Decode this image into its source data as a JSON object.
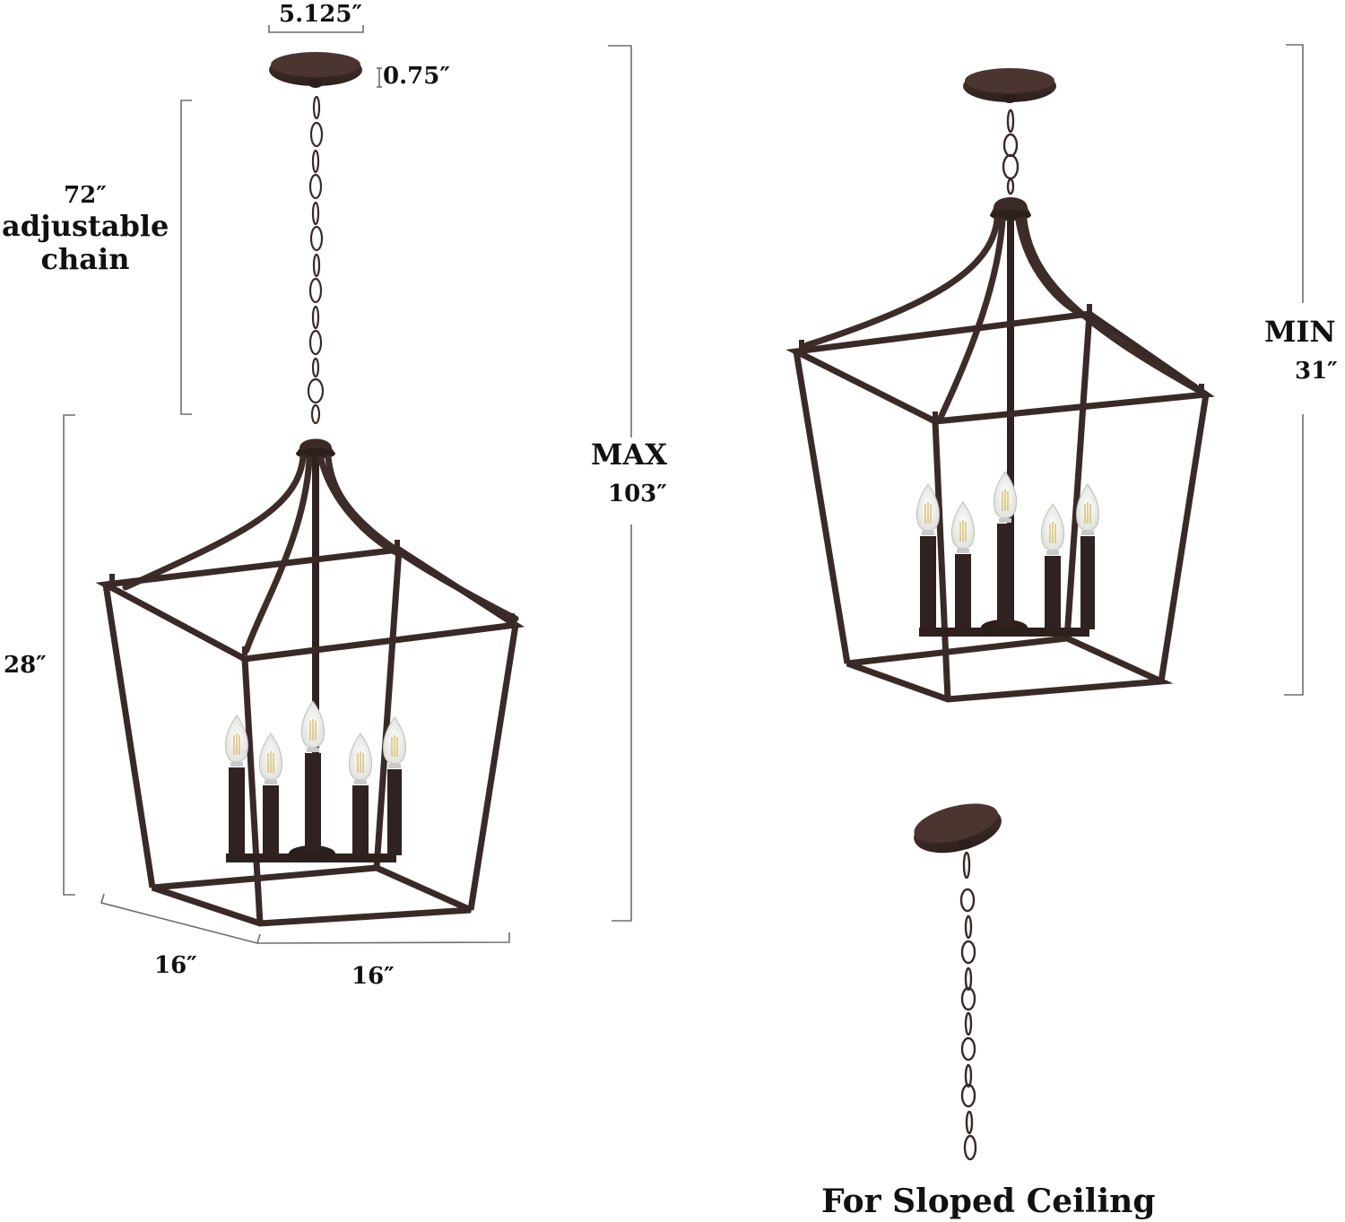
{
  "diagram": {
    "subject": "5-light lantern pendant chandelier dimensions",
    "colors": {
      "metal": "#3b2a26",
      "metal_highlight": "#5a4340",
      "dimension_line": "#6e6e6e",
      "text": "#111111",
      "bulb_glass": "#f3f3f0",
      "filament": "#e8d9a0"
    },
    "left_view": {
      "canopy_width": "5.125″",
      "canopy_height": "0.75″",
      "chain_length": "72″",
      "chain_caption_line1": "adjustable",
      "chain_caption_line2": "chain",
      "fixture_height": "28″",
      "depth": "16″",
      "width": "16″",
      "max_label": "MAX",
      "max_value": "103″",
      "bulb_count": 5
    },
    "right_view": {
      "min_label": "MIN",
      "min_value": "31″",
      "bulb_count": 5
    },
    "sloped_view": {
      "caption": "For Sloped Ceiling"
    }
  }
}
